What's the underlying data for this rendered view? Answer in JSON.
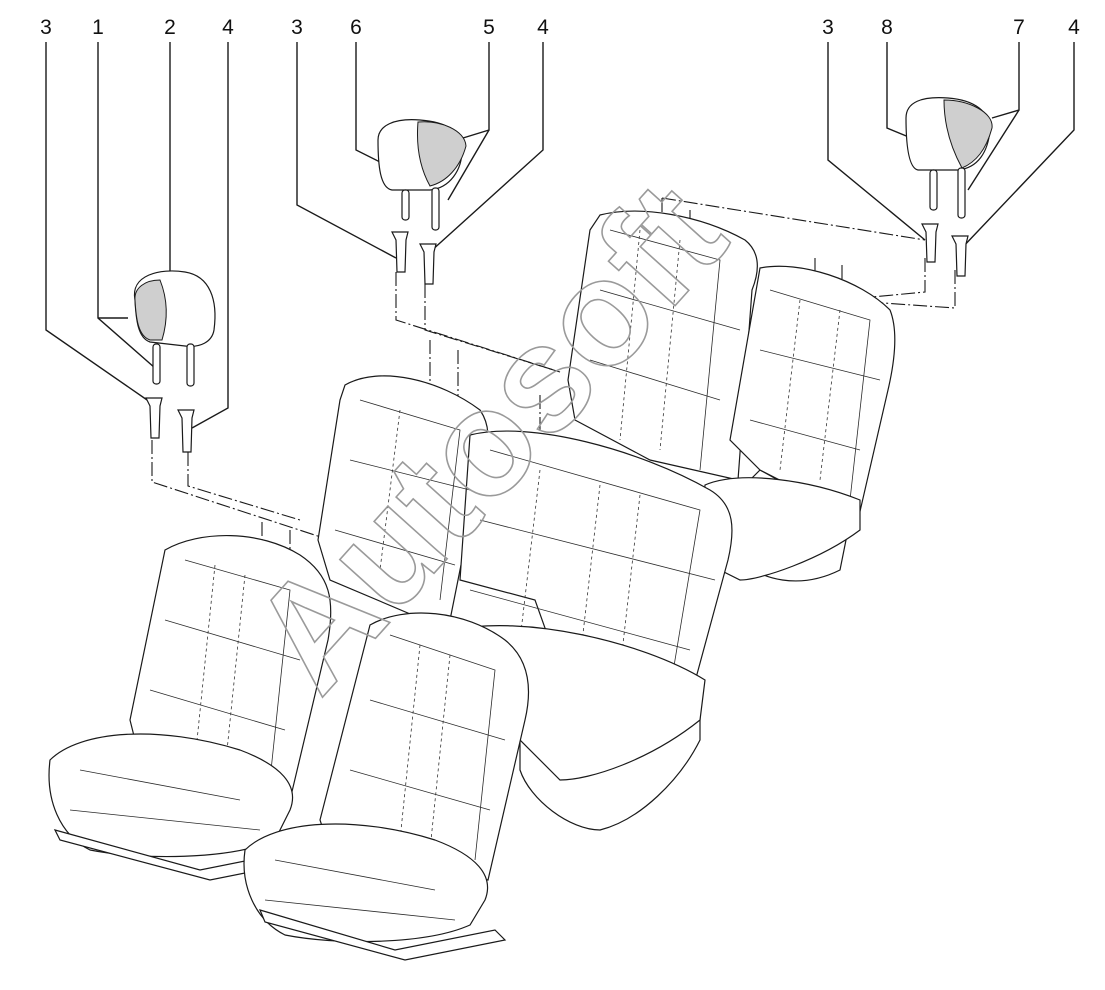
{
  "callouts": {
    "left": [
      "3",
      "1",
      "2",
      "4"
    ],
    "middle": [
      "3",
      "6",
      "5",
      "4"
    ],
    "right": [
      "3",
      "8",
      "7",
      "4"
    ]
  },
  "watermark": "Autosoft",
  "colors": {
    "line": "#1a1a1a",
    "hatch": "#cfcfcf",
    "watermark": "#9a9a9a"
  }
}
